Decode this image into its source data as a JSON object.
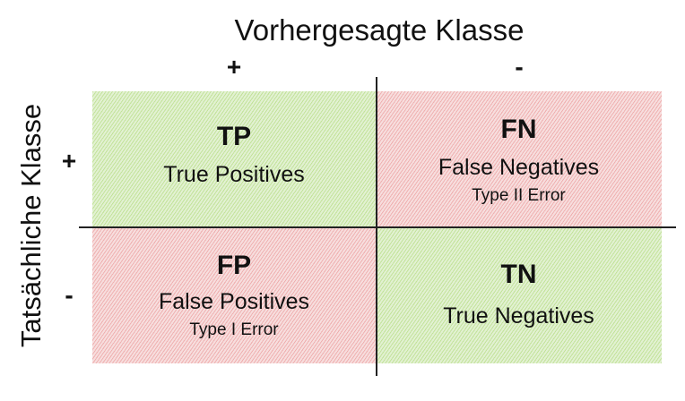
{
  "axes": {
    "predicted_label": "Vorhergesagte Klasse",
    "actual_label": "Tatsächliche Klasse",
    "predicted_positive": "+",
    "predicted_negative": "-",
    "actual_positive": "+",
    "actual_negative": "-"
  },
  "cells": {
    "tp": {
      "abbr": "TP",
      "name": "True Positives",
      "error": "",
      "color": "green"
    },
    "fn": {
      "abbr": "FN",
      "name": "False Negatives",
      "error": "Type II Error",
      "color": "red"
    },
    "fp": {
      "abbr": "FP",
      "name": "False Positives",
      "error": "Type I Error",
      "color": "red"
    },
    "tn": {
      "abbr": "TN",
      "name": "True Negatives",
      "error": "",
      "color": "green"
    }
  },
  "colors": {
    "green_fill": "#e2f1d2",
    "green_hatch": "#aad76e",
    "red_fill": "#f7dede",
    "red_hatch": "#e88c8c",
    "line": "#222222"
  }
}
